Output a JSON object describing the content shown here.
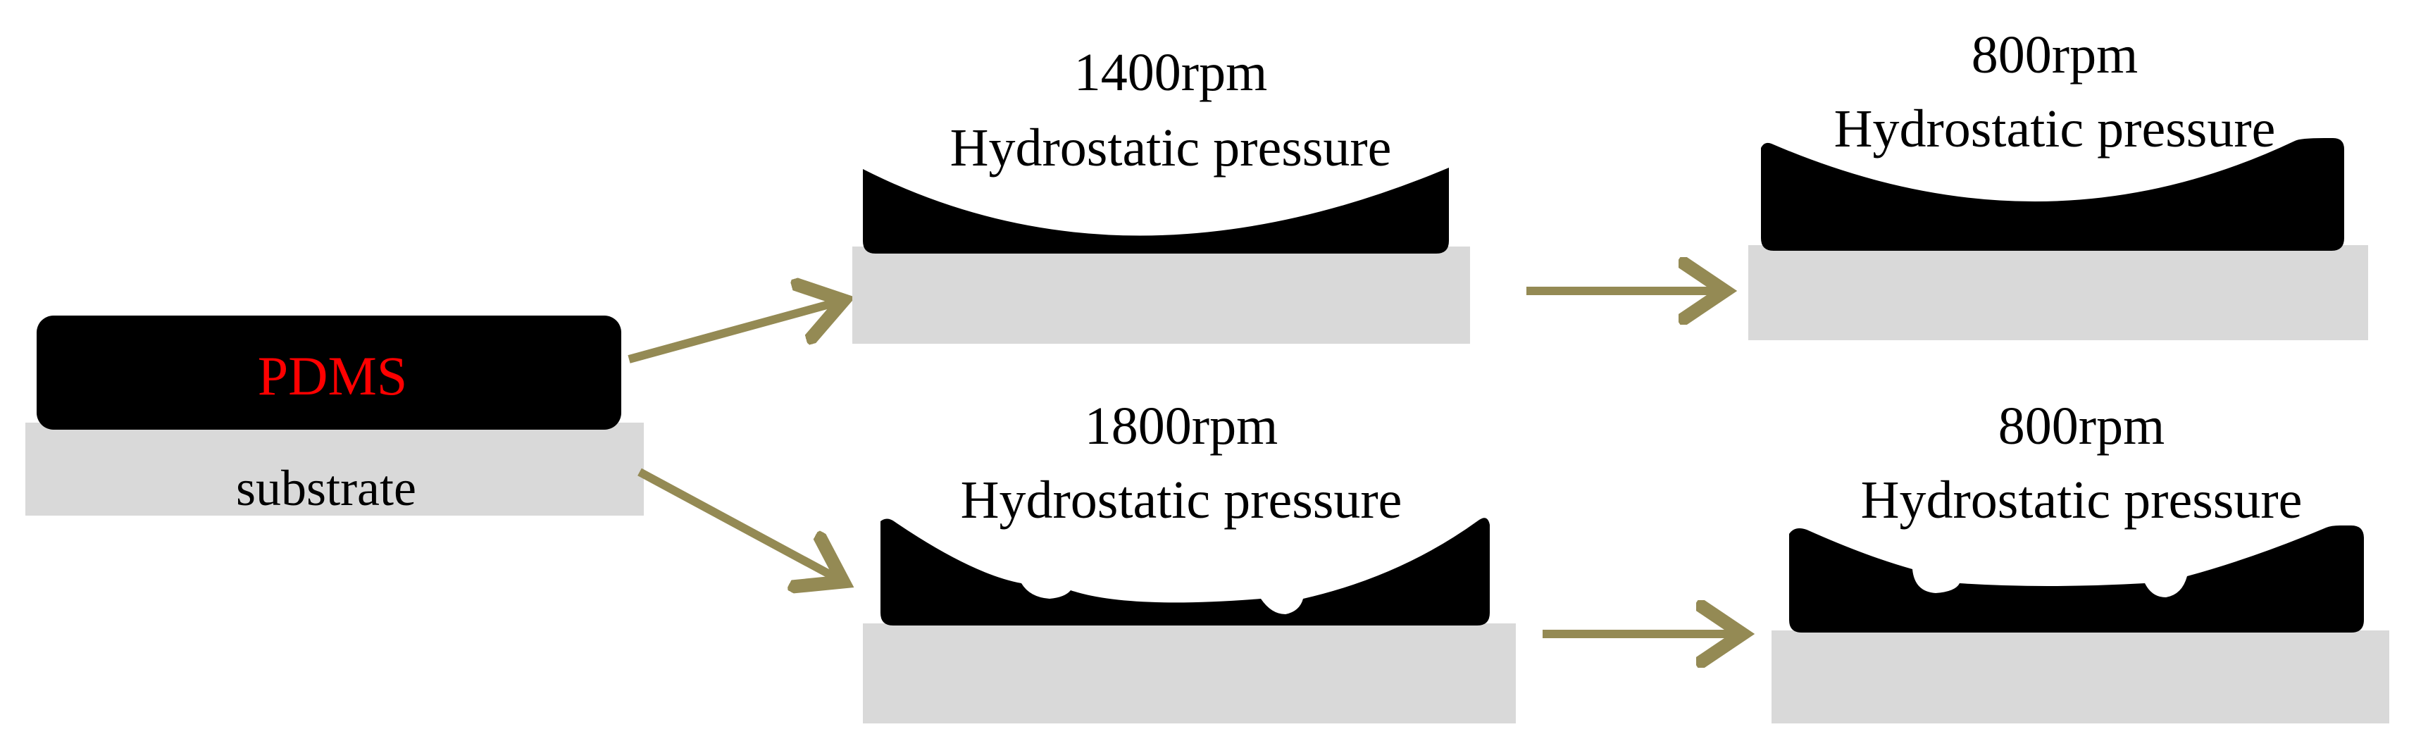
{
  "colors": {
    "substrate": "#d9d9d9",
    "pdms": "#000000",
    "pdms_label": "#ff0000",
    "arrow": "#948a54",
    "text": "#000000"
  },
  "initial": {
    "pdms_label": "PDMS",
    "substrate_label": "substrate"
  },
  "top_first": {
    "speed": "1400rpm",
    "pressure": "Hydrostatic pressure"
  },
  "top_second": {
    "speed": "800rpm",
    "pressure": "Hydrostatic pressure"
  },
  "bottom_first": {
    "speed": "1800rpm",
    "pressure": "Hydrostatic pressure"
  },
  "bottom_second": {
    "speed": "800rpm",
    "pressure": "Hydrostatic pressure"
  }
}
